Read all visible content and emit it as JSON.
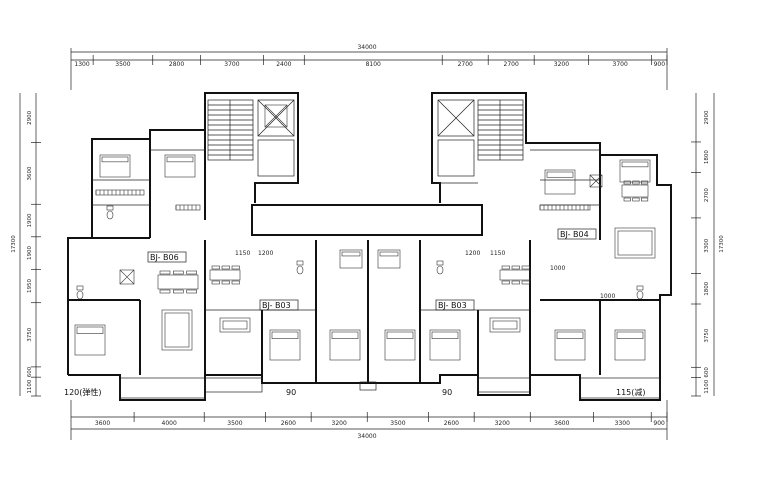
{
  "drawing": {
    "top_total": "34000",
    "bottom_total": "34000",
    "top_segments": [
      "1300",
      "3500",
      "2800",
      "3700",
      "2400",
      "8100",
      "2700",
      "2700",
      "3200",
      "3700",
      "900"
    ],
    "bottom_segments": [
      "3600",
      "4000",
      "3500",
      "2600",
      "3200",
      "3500",
      "2600",
      "3200",
      "3600",
      "3300",
      "900"
    ],
    "left_total": "17300",
    "left_segments": [
      "2900",
      "3600",
      "1900",
      "1900",
      "1950",
      "3750",
      "600",
      "1100"
    ],
    "right_total": "17300",
    "right_segments": [
      "2900",
      "1800",
      "2700",
      "3300",
      "1800",
      "3750",
      "600",
      "1100"
    ]
  },
  "unit_tags": [
    {
      "id": "b06",
      "text": "BJ- B06"
    },
    {
      "id": "b03l",
      "text": "BJ- B03"
    },
    {
      "id": "b03r",
      "text": "BJ- B03"
    },
    {
      "id": "b04",
      "text": "BJ- B04"
    }
  ],
  "notes": {
    "left_bottom": "120(弹性)",
    "right_bottom": "115(减)",
    "mid_left": "90",
    "mid_right": "90"
  },
  "room_dims": [
    "1150",
    "1200",
    "1200",
    "1150",
    "1000",
    "1000"
  ]
}
